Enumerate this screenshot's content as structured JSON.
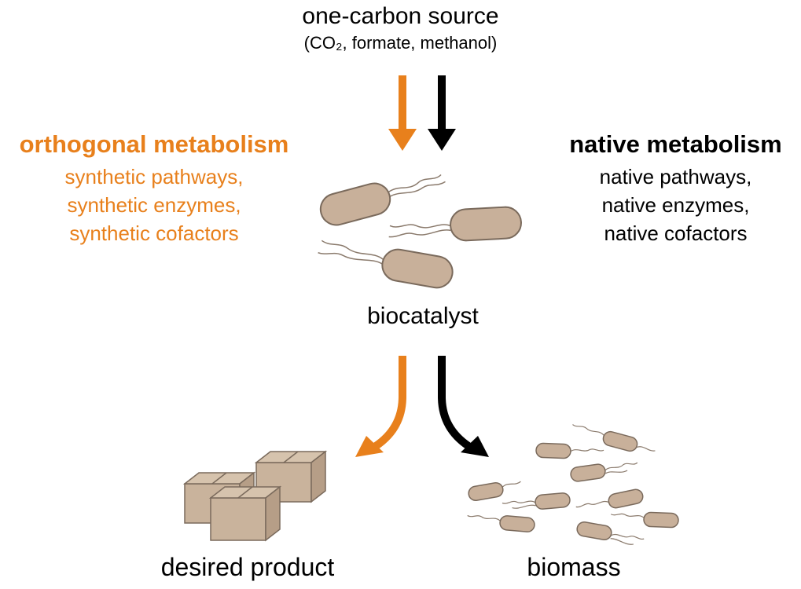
{
  "source": {
    "title": "one-carbon source",
    "subtitle": "(CO₂, formate, methanol)"
  },
  "orthogonal": {
    "heading": "orthogonal metabolism",
    "lines": [
      "synthetic pathways,",
      "synthetic enzymes,",
      "synthetic cofactors"
    ]
  },
  "native": {
    "heading": "native metabolism",
    "lines": [
      "native pathways,",
      "native enzymes,",
      "native cofactors"
    ]
  },
  "center_label": "biocatalyst",
  "outputs": {
    "product": "desired product",
    "biomass": "biomass"
  },
  "colors": {
    "orange": "#e8801c",
    "black": "#000000",
    "cell_fill": "#c8b09a",
    "cell_stroke": "#7a6a5c",
    "box_fill": "#c9b39c"
  }
}
